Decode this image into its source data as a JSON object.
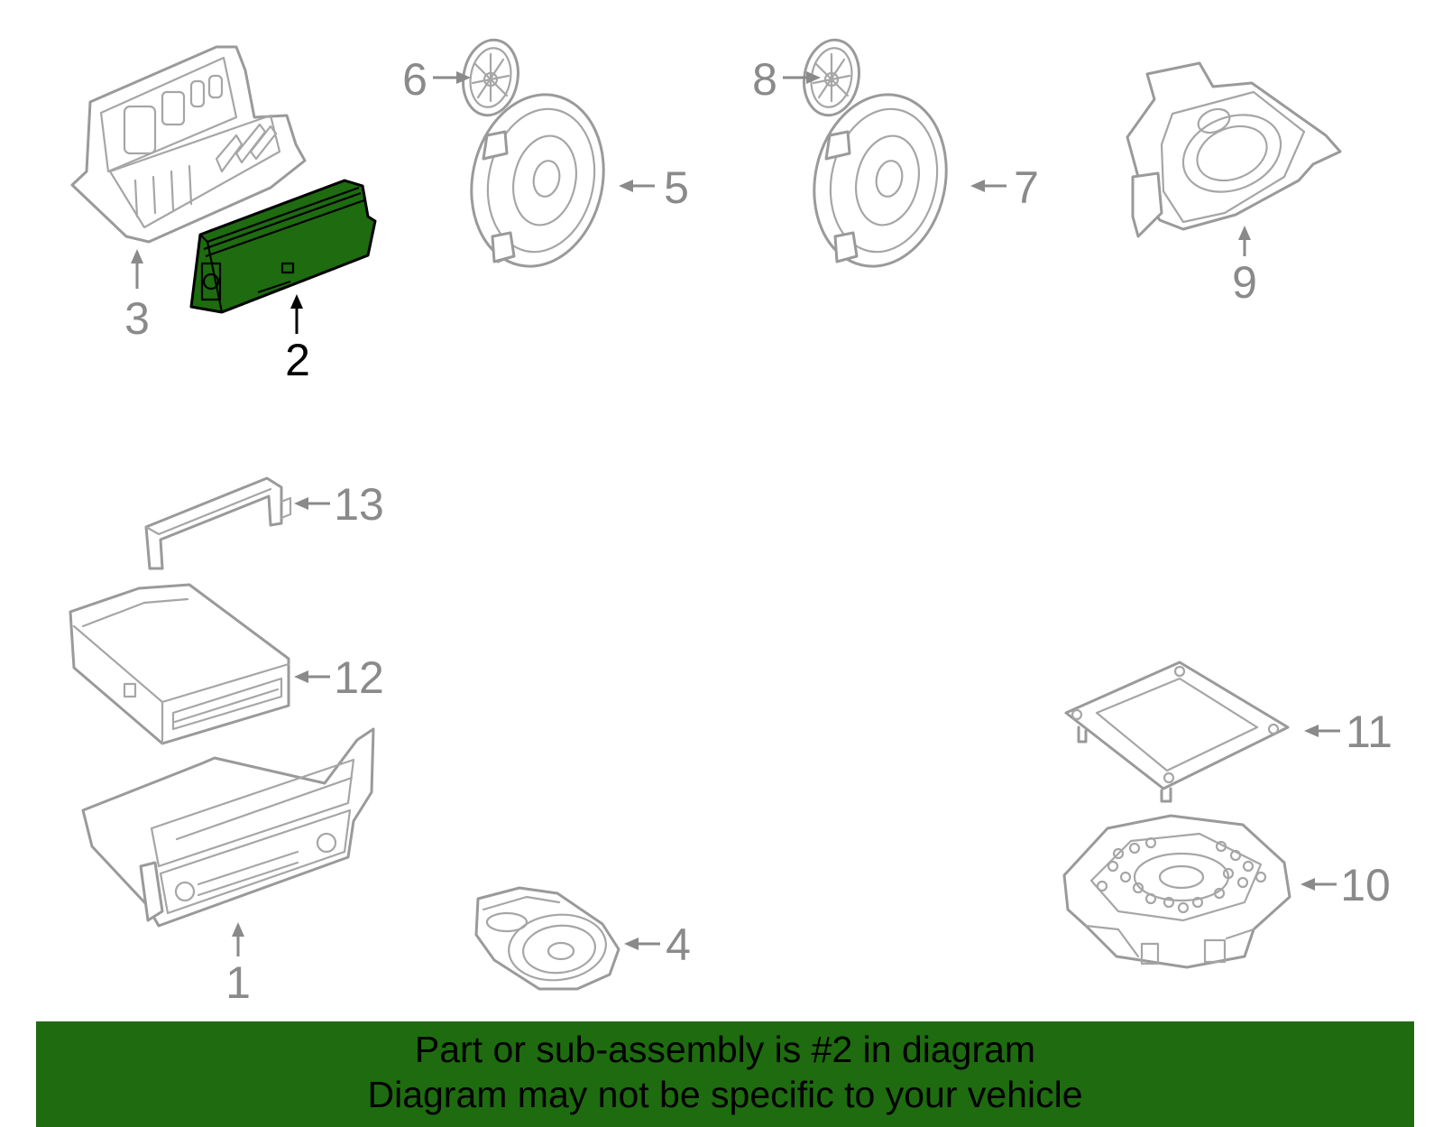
{
  "callouts": {
    "c1": "1",
    "c2": "2",
    "c3": "3",
    "c4": "4",
    "c5": "5",
    "c6": "6",
    "c7": "7",
    "c8": "8",
    "c9": "9",
    "c10": "10",
    "c11": "11",
    "c12": "12",
    "c13": "13"
  },
  "highlighted_part": "2",
  "colors": {
    "highlight": "#1e6b10",
    "outline": "#9a9a9a",
    "banner": "#1e6b10"
  },
  "banner": {
    "line1": "Part or sub-assembly is #2 in diagram",
    "line2": "Diagram may not be specific to your vehicle"
  }
}
